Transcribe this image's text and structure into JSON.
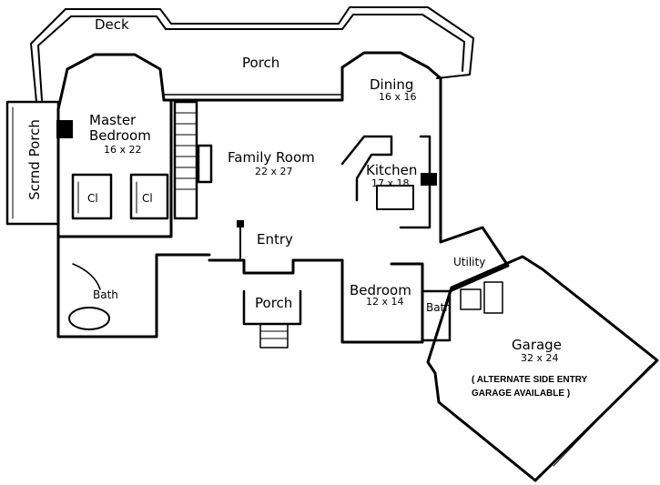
{
  "rooms": {
    "deck": "Deck",
    "porch_rear": "Porch",
    "dining": {
      "name": "Dining",
      "size": "16 x 16"
    },
    "master_bedroom": {
      "name": "Master",
      "name2": "Bedroom",
      "size": "16 x 22"
    },
    "screened_porch": "Scrnd Porch",
    "closet_1": "Cl",
    "closet_2": "Cl",
    "family_room": {
      "name": "Family Room",
      "size": "22 x 27"
    },
    "kitchen": {
      "name": "Kitchen",
      "size": "17 x 18"
    },
    "entry": "Entry",
    "master_bath": "Bath",
    "porch_front": "Porch",
    "bedroom": {
      "name": "Bedroom",
      "size": "12 x 14"
    },
    "bath": "Bath",
    "utility": "Utility",
    "garage": {
      "name": "Garage",
      "size": "32 x 24"
    }
  },
  "notes": {
    "garage_line1": "( ALTERNATE SIDE ENTRY",
    "garage_line2": "GARAGE AVAILABLE )"
  },
  "colors": {
    "ink": "#000000",
    "paper": "#ffffff"
  }
}
